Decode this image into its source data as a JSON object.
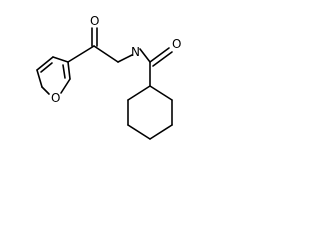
{
  "molecule": {
    "atom_labels": {
      "ketone_oxygen": "O",
      "amide_nitrogen": "N",
      "amide_oxygen": "O",
      "furan_oxygen": "O"
    },
    "colors": {
      "bond": "#000000",
      "label": "#000000",
      "background": "#ffffff"
    }
  }
}
